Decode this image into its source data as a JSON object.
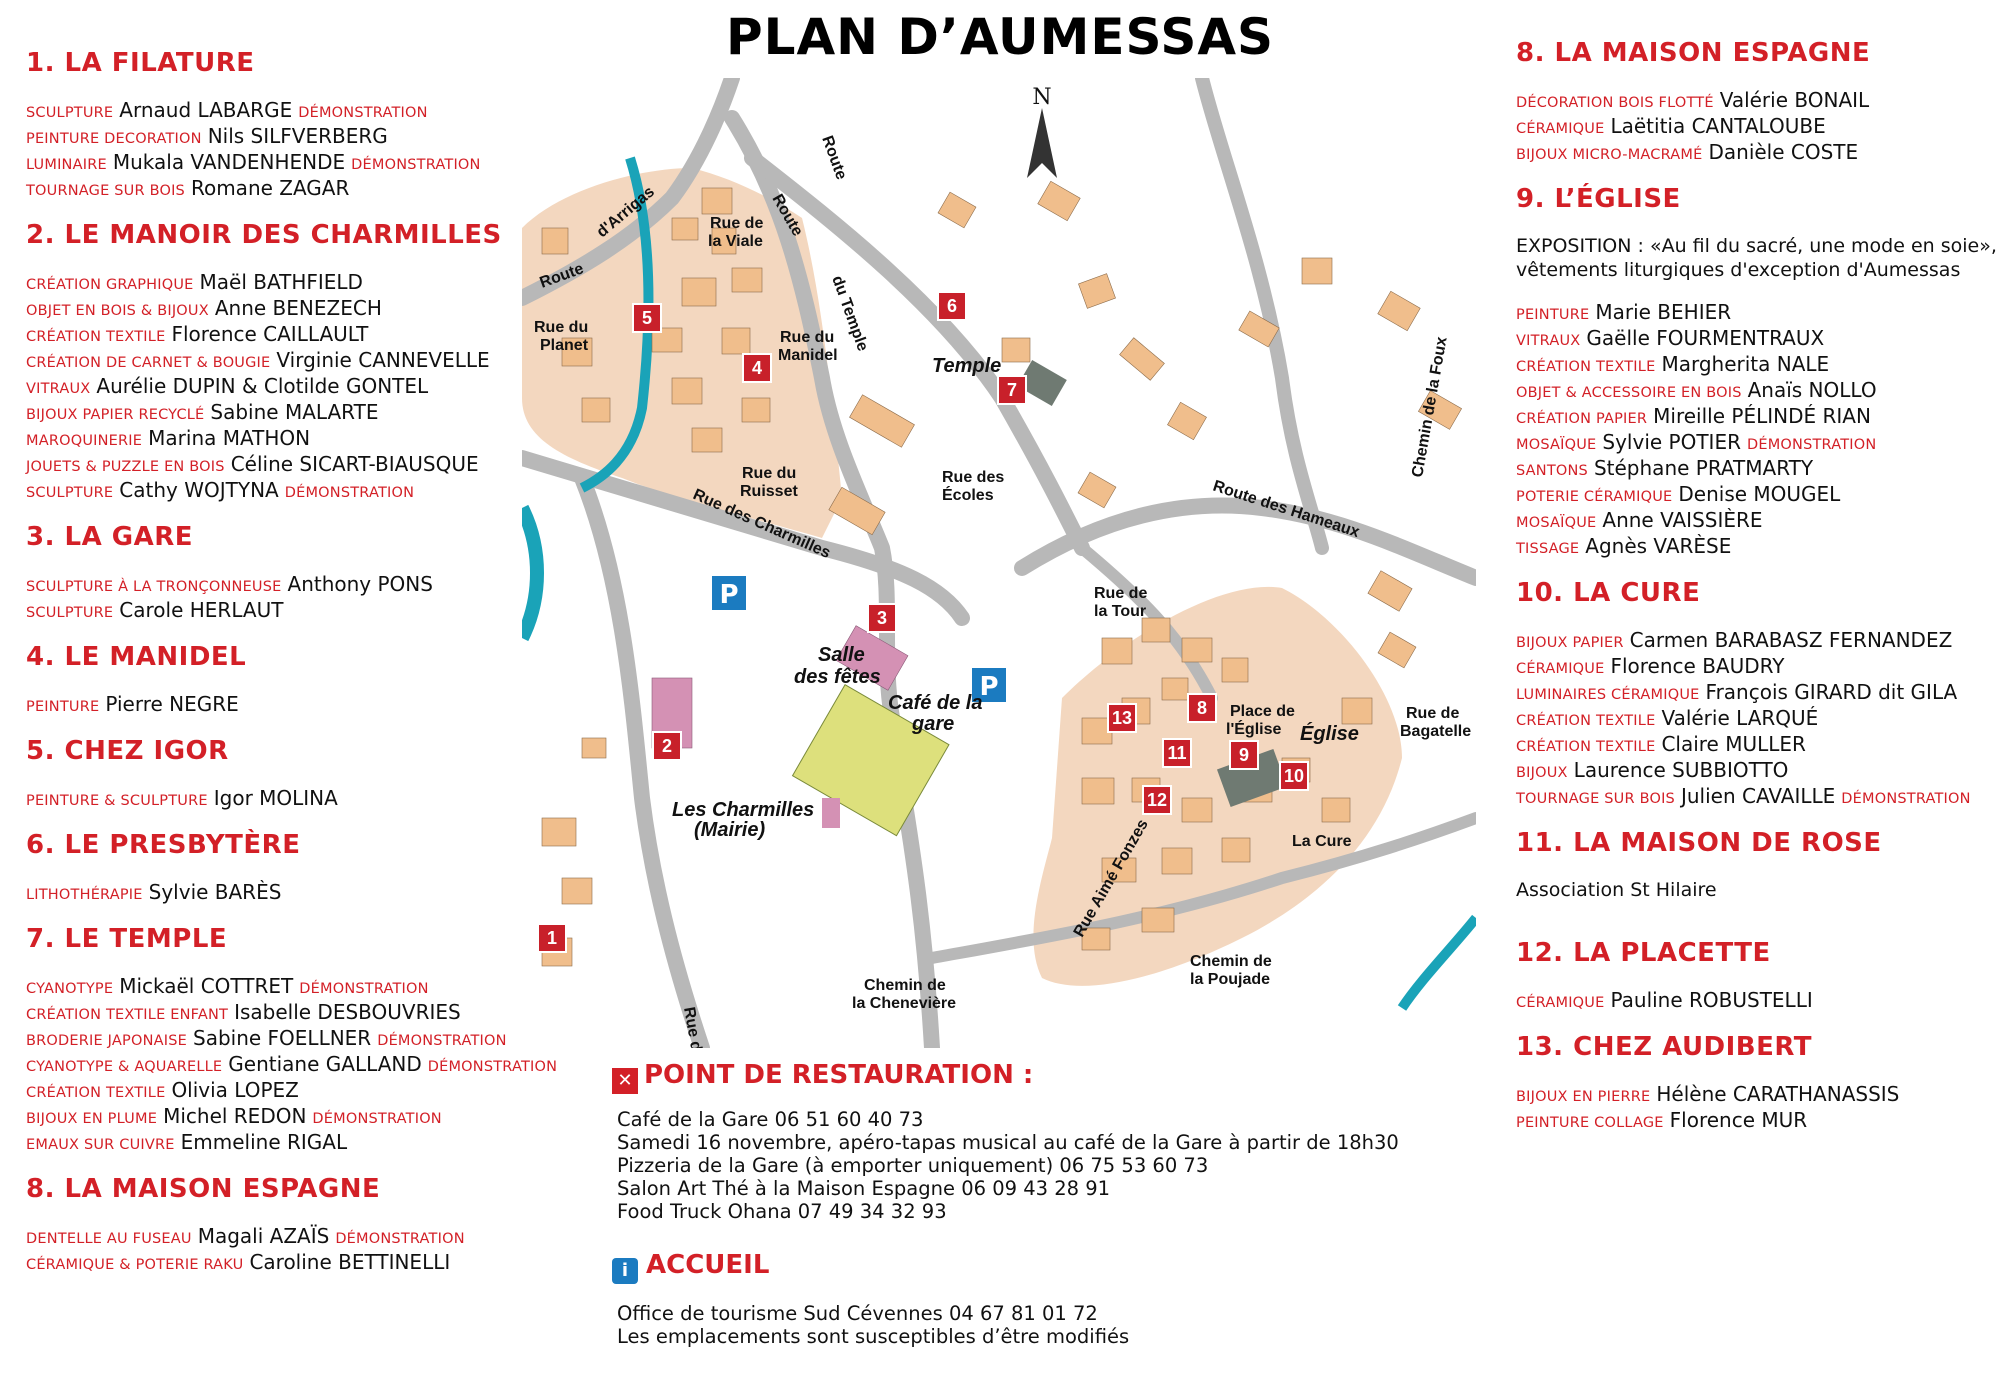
{
  "title": "PLAN D’AUMESSAS",
  "left_sections": [
    {
      "title": "1. LA FILATURE",
      "entries": [
        {
          "cat": "Sculpture",
          "name": "Arnaud LABARGE",
          "demo": "Démonstration"
        },
        {
          "cat": "Peinture Decoration",
          "name": "Nils SILFVERBERG",
          "demo": ""
        },
        {
          "cat": "Luminaire",
          "name": "Mukala VANDENHENDE",
          "demo": "Démonstration"
        },
        {
          "cat": "Tournage sur bois",
          "name": "Romane ZAGAR",
          "demo": ""
        }
      ]
    },
    {
      "title": "2. LE MANOIR DES CHARMILLES",
      "entries": [
        {
          "cat": "Création graphique",
          "name": "Maël BATHFIELD",
          "demo": ""
        },
        {
          "cat": "Objet en bois & bijoux",
          "name": "Anne BENEZECH",
          "demo": ""
        },
        {
          "cat": "Création textile",
          "name": "Florence CAILLAULT",
          "demo": ""
        },
        {
          "cat": "Création de carnet & bougie",
          "name": "Virginie CANNEVELLE",
          "demo": ""
        },
        {
          "cat": "Vitraux",
          "name": "Aurélie DUPIN & Clotilde GONTEL",
          "demo": ""
        },
        {
          "cat": "Bijoux papier recyclé",
          "name": "Sabine MALARTE",
          "demo": ""
        },
        {
          "cat": "Maroquinerie",
          "name": "Marina MATHON",
          "demo": ""
        },
        {
          "cat": "Jouets & puzzle en bois",
          "name": "Céline SICART-BIAUSQUE",
          "demo": ""
        },
        {
          "cat": "Sculpture",
          "name": "Cathy WOJTYNA",
          "demo": "Démonstration"
        }
      ]
    },
    {
      "title": "3. LA GARE",
      "entries": [
        {
          "cat": "Sculpture à la tronçonneuse",
          "name": "Anthony PONS",
          "demo": ""
        },
        {
          "cat": "Sculpture",
          "name": "Carole HERLAUT",
          "demo": ""
        }
      ]
    },
    {
      "title": "4. LE MANIDEL",
      "entries": [
        {
          "cat": "Peinture",
          "name": "Pierre NEGRE",
          "demo": ""
        }
      ]
    },
    {
      "title": "5. CHEZ IGOR",
      "entries": [
        {
          "cat": "Peinture & sculpture",
          "name": "Igor MOLINA",
          "demo": ""
        }
      ]
    },
    {
      "title": "6. LE PRESBYTÈRE",
      "entries": [
        {
          "cat": "Lithothérapie",
          "name": "Sylvie BARÈS",
          "demo": ""
        }
      ]
    },
    {
      "title": "7. LE TEMPLE",
      "entries": [
        {
          "cat": "Cyanotype",
          "name": "Mickaël COTTRET",
          "demo": "Démonstration"
        },
        {
          "cat": "Création textile enfant",
          "name": "Isabelle DESBOUVRIES",
          "demo": ""
        },
        {
          "cat": "Broderie japonaise",
          "name": "Sabine FOELLNER",
          "demo": "Démonstration"
        },
        {
          "cat": "Cyanotype & aquarelle",
          "name": "Gentiane GALLAND",
          "demo": "Démonstration"
        },
        {
          "cat": "Création textile",
          "name": "Olivia LOPEZ",
          "demo": ""
        },
        {
          "cat": "Bijoux en plume",
          "name": "Michel REDON",
          "demo": "Démonstration"
        },
        {
          "cat": "Emaux sur cuivre",
          "name": "Emmeline RIGAL",
          "demo": ""
        }
      ]
    },
    {
      "title": "8. LA MAISON ESPAGNE",
      "entries": [
        {
          "cat": "Dentelle au fuseau",
          "name": "Magali AZAÏS",
          "demo": "Démonstration"
        },
        {
          "cat": "Céramique & poterie raku",
          "name": "Caroline BETTINELLI",
          "demo": ""
        }
      ]
    }
  ],
  "right_sections": [
    {
      "title": "8. LA MAISON ESPAGNE",
      "intro": [],
      "entries": [
        {
          "cat": "Décoration bois flotté",
          "name": "Valérie BONAIL",
          "demo": ""
        },
        {
          "cat": "Céramique",
          "name": "Laëtitia CANTALOUBE",
          "demo": ""
        },
        {
          "cat": "Bijoux micro-macramé",
          "name": "Danièle COSTE",
          "demo": ""
        }
      ]
    },
    {
      "title": "9. L’ÉGLISE",
      "intro": [
        "EXPOSITION : «Au fil du sacré, une mode en soie»,",
        "vêtements liturgiques d'exception d'Aumessas"
      ],
      "entries": [
        {
          "cat": "Peinture",
          "name": "Marie BEHIER",
          "demo": ""
        },
        {
          "cat": "Vitraux",
          "name": "Gaëlle FOURMENTRAUX",
          "demo": ""
        },
        {
          "cat": "Création textile",
          "name": "Margherita NALE",
          "demo": ""
        },
        {
          "cat": "Objet & accessoire en bois",
          "name": "Anaïs NOLLO",
          "demo": ""
        },
        {
          "cat": "Création papier",
          "name": "Mireille PÉLINDÉ RIAN",
          "demo": ""
        },
        {
          "cat": "Mosaïque",
          "name": "Sylvie POTIER",
          "demo": "Démonstration"
        },
        {
          "cat": "Santons",
          "name": "Stéphane PRATMARTY",
          "demo": ""
        },
        {
          "cat": "Poterie céramique",
          "name": "Denise MOUGEL",
          "demo": ""
        },
        {
          "cat": "Mosaïque",
          "name": "Anne VAISSIÈRE",
          "demo": ""
        },
        {
          "cat": "Tissage",
          "name": "Agnès VARÈSE",
          "demo": ""
        }
      ]
    },
    {
      "title": "10. LA CURE",
      "intro": [],
      "entries": [
        {
          "cat": "Bijoux papier",
          "name": "Carmen BARABASZ FERNANDEZ",
          "demo": ""
        },
        {
          "cat": "Céramique",
          "name": "Florence BAUDRY",
          "demo": ""
        },
        {
          "cat": "Luminaires céramique",
          "name": "François GIRARD dit GILA",
          "demo": ""
        },
        {
          "cat": "Création textile",
          "name": "Valérie LARQUÉ",
          "demo": ""
        },
        {
          "cat": "Création textile",
          "name": "Claire MULLER",
          "demo": ""
        },
        {
          "cat": "Bijoux",
          "name": "Laurence SUBBIOTTO",
          "demo": ""
        },
        {
          "cat": "Tournage sur bois",
          "name": "Julien CAVAILLE",
          "demo": "Démonstration"
        }
      ]
    },
    {
      "title": "11. LA MAISON DE ROSE",
      "intro": [
        "Association St Hilaire"
      ],
      "entries": []
    },
    {
      "title": "12. LA PLACETTE",
      "intro": [],
      "entries": [
        {
          "cat": "Céramique",
          "name": "Pauline ROBUSTELLI",
          "demo": ""
        }
      ]
    },
    {
      "title": "13. CHEZ AUDIBERT",
      "intro": [],
      "entries": [
        {
          "cat": "Bijoux en pierre",
          "name": "Hélène CARATHANASSIS",
          "demo": ""
        },
        {
          "cat": "Peinture collage",
          "name": "Florence MUR",
          "demo": ""
        }
      ]
    }
  ],
  "restauration": {
    "title": "POINT DE RESTAURATION :",
    "lines": [
      "Café de la Gare 06 51 60 40 73",
      "Samedi 16 novembre, apéro-tapas musical au café de la Gare à partir de 18h30",
      "Pizzeria de la Gare (à emporter uniquement) 06 75 53 60 73",
      "Salon Art Thé à la Maison Espagne 06 09 43 28 91",
      "Food Truck Ohana 07 49 34 32 93"
    ]
  },
  "accueil": {
    "title": "ACCUEIL",
    "lines": [
      "Office de tourisme Sud Cévennes 04 67 81 01 72",
      "Les emplacements sont susceptibles d’être modifiés"
    ]
  },
  "map": {
    "north": "N",
    "markers": [
      "1",
      "2",
      "3",
      "4",
      "5",
      "6",
      "7",
      "8",
      "9",
      "10",
      "11",
      "12",
      "13"
    ],
    "parking": "P",
    "labels": {
      "route_darrigas_1": "Route",
      "route_darrigas_2": "d'Arrigas",
      "rue_viale_1": "Rue de",
      "rue_viale_2": "la Viale",
      "rue_planet_1": "Rue du",
      "rue_planet_2": "Planet",
      "rue_manidel_1": "Rue du",
      "rue_manidel_2": "Manidel",
      "rue_ruisset_1": "Rue du",
      "rue_ruisset_2": "Ruisset",
      "rue_charmilles_top": "Rue des Charmilles",
      "route_a": "Route",
      "route_b": "Route",
      "route_temple": "du Temple",
      "route_b_du": "du",
      "temple": "Temple",
      "rue_ecoles_1": "Rue des",
      "rue_ecoles_2": "Écoles",
      "route_hameaux": "Route des Hameaux",
      "chemin_foux": "Chemin de la Foux",
      "rue_tour_1": "Rue de",
      "rue_tour_2": "la Tour",
      "rue_vertical": "Rue",
      "salle_1": "Salle",
      "salle_2": "des fêtes",
      "cafe_1": "Café de la",
      "cafe_2": "gare",
      "charmilles_1": "Les Charmilles",
      "charmilles_2": "(Mairie)",
      "rue_des_charmilles_v": "Rue des Charmilles",
      "place_1": "Place de",
      "place_2": "l'Église",
      "eglise": "Église",
      "rue_bagatelle_1": "Rue de",
      "rue_bagatelle_2": "Bagatelle",
      "la_cure": "La Cure",
      "rue_aime_fonzes": "Rue Aimé Fonzes",
      "chemin_poujade_1": "Chemin de",
      "chemin_poujade_2": "la Poujade",
      "chemin_cheneviere_1": "Chemin de",
      "chemin_cheneviere_2": "la Chenevière"
    }
  },
  "colors": {
    "accent": "#d32027",
    "village": "#f3d7bf",
    "building": "#f0be8c",
    "road": "#b8b8b8",
    "water": "#1aa3b8",
    "park": "#dde07c",
    "building_pink": "#d491b4",
    "building_gray": "#6f7a72",
    "parking_blue": "#1b7bc0"
  }
}
